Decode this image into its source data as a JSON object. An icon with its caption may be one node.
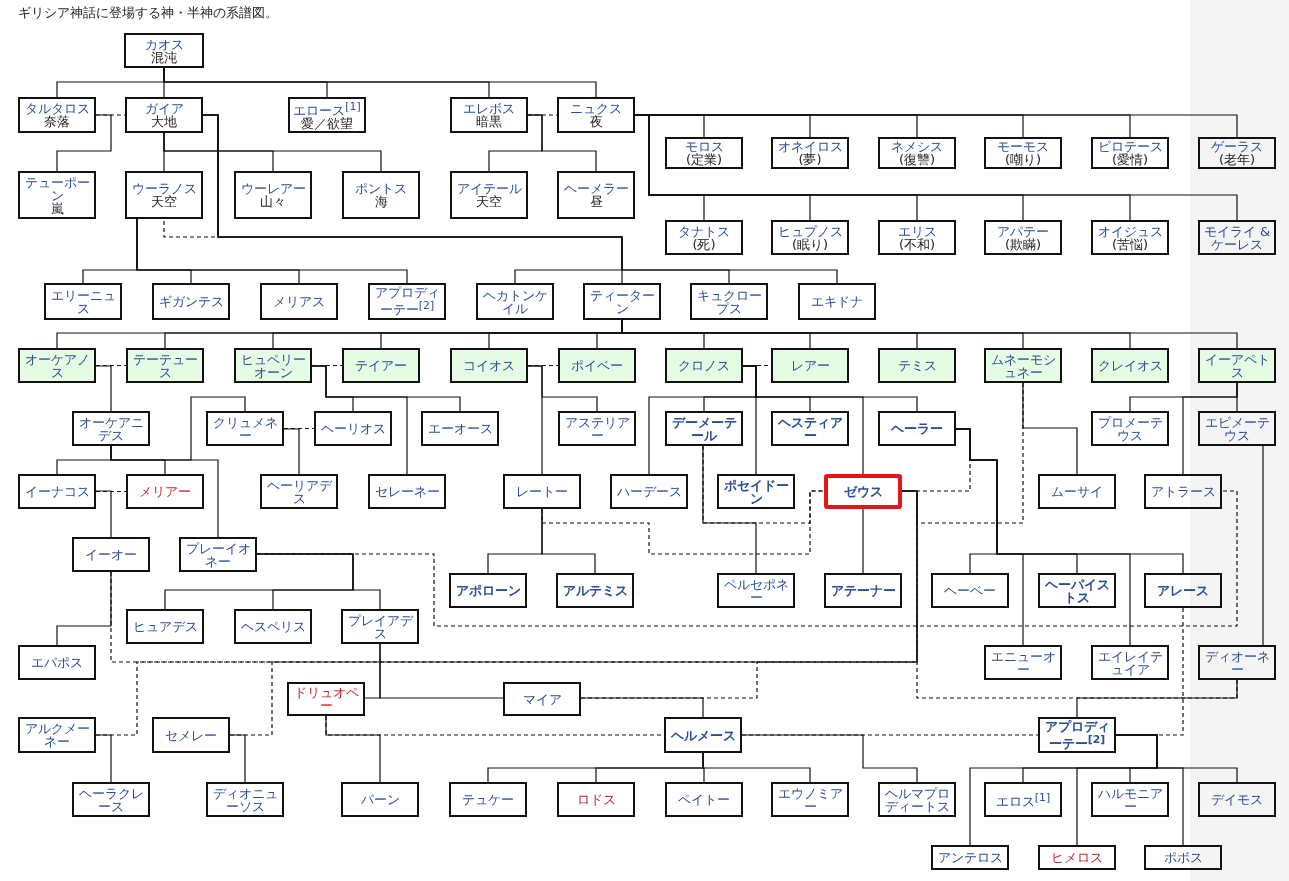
{
  "diagram": {
    "title": "ギリシア神話に登場する神・半神の系譜図。",
    "nodes": [
      {
        "text": [
          "カオス",
          "混沌"
        ]
      },
      {
        "text": [
          "タルタロス",
          "奈落"
        ]
      },
      {
        "text": [
          "ガイア",
          "大地"
        ]
      },
      {
        "text": [
          "エロース$^{[1]}$",
          "愛／欲望"
        ]
      },
      {
        "text": [
          "エレボス",
          "暗黒"
        ]
      },
      {
        "text": [
          "ニュクス",
          "夜"
        ]
      },
      {
        "text": [
          "モロス",
          "(定業)"
        ]
      },
      {
        "text": [
          "オネイロス",
          "(夢)"
        ]
      },
      {
        "text": [
          "ネメシス",
          "(復讐)"
        ]
      },
      {
        "text": [
          "モーモス",
          "(嘲り)"
        ]
      },
      {
        "text": [
          "ピロテース",
          "(愛情)"
        ]
      },
      {
        "text": [
          "ゲーラス",
          "(老年)"
        ]
      },
      {
        "text": [
          "テューポーン",
          "嵐"
        ]
      },
      {
        "text": [
          "ウーラノス",
          "天空"
        ]
      },
      {
        "text": [
          "ウーレアー",
          "山々"
        ]
      },
      {
        "text": [
          "ポントス",
          "海"
        ]
      },
      {
        "text": [
          "アイテール",
          "天空"
        ]
      },
      {
        "text": [
          "ヘーメラー",
          "昼"
        ]
      },
      {
        "text": [
          "タナトス",
          "(死)"
        ]
      },
      {
        "text": [
          "ヒュプノス",
          "(眠り)"
        ]
      },
      {
        "text": [
          "エリス",
          "(不和)"
        ]
      },
      {
        "text": [
          "アパテー",
          "(欺瞞)"
        ]
      },
      {
        "text": [
          "オイジュス",
          "(苦悩)"
        ]
      },
      {
        "text": [
          "モイライ & ケーレス"
        ]
      },
      {
        "text": [
          "エリーニュス"
        ]
      },
      {
        "text": [
          "ギガンテス"
        ]
      },
      {
        "text": [
          "メリアス"
        ]
      },
      {
        "text": [
          "アプロディーテー$^{[2]}$"
        ]
      },
      {
        "text": [
          "ヘカトンケイル"
        ]
      },
      {
        "text": [
          "ティーターン"
        ]
      },
      {
        "text": [
          "キュクロープス"
        ]
      },
      {
        "text": [
          "エキドナ"
        ]
      },
      {
        "text": [
          "オーケアノス"
        ]
      },
      {
        "text": [
          "テーテュース"
        ]
      },
      {
        "text": [
          "ヒュペリーオーン"
        ]
      },
      {
        "text": [
          "テイアー"
        ]
      },
      {
        "text": [
          "コイオス"
        ]
      },
      {
        "text": [
          "ポイベー"
        ]
      },
      {
        "text": [
          "クロノス"
        ]
      },
      {
        "text": [
          "レアー"
        ]
      },
      {
        "text": [
          "テミス"
        ]
      },
      {
        "text": [
          "ムネーモシュネー"
        ]
      },
      {
        "text": [
          "クレイオス"
        ]
      },
      {
        "text": [
          "イーアペトス"
        ]
      },
      {
        "text": [
          "オーケアニデス"
        ]
      },
      {
        "text": [
          "クリュメネー"
        ]
      },
      {
        "text": [
          "ヘーリオス"
        ]
      },
      {
        "text": [
          "エーオース"
        ]
      },
      {
        "text": [
          "アステリアー"
        ]
      },
      {
        "text": [
          "デーメーテール"
        ]
      },
      {
        "text": [
          "ヘスティアー"
        ]
      },
      {
        "text": [
          "ヘーラー"
        ]
      },
      {
        "text": [
          "プロメーテウス"
        ]
      },
      {
        "text": [
          "エピメーテウス"
        ]
      },
      {
        "text": [
          "イーナコス"
        ]
      },
      {
        "text": [
          "メリアー"
        ]
      },
      {
        "text": [
          "ヘーリアデス"
        ]
      },
      {
        "text": [
          "セレーネー"
        ]
      },
      {
        "text": [
          "レートー"
        ]
      },
      {
        "text": [
          "ハーデース"
        ]
      },
      {
        "text": [
          "ポセイドーン"
        ]
      },
      {
        "text": [
          "ゼウス"
        ]
      },
      {
        "text": [
          "ムーサイ"
        ]
      },
      {
        "text": [
          "アトラース"
        ]
      },
      {
        "text": [
          "イーオー"
        ]
      },
      {
        "text": [
          "プレーイオネー"
        ]
      },
      {
        "text": [
          "アポローン"
        ]
      },
      {
        "text": [
          "アルテミス"
        ]
      },
      {
        "text": [
          "ペルセポネー"
        ]
      },
      {
        "text": [
          "アテーナー"
        ]
      },
      {
        "text": [
          "ヘーベー"
        ]
      },
      {
        "text": [
          "ヘーパイストス"
        ]
      },
      {
        "text": [
          "アレース"
        ]
      },
      {
        "text": [
          "ヒュアデス"
        ]
      },
      {
        "text": [
          "ヘスペリス"
        ]
      },
      {
        "text": [
          "プレイアデス"
        ]
      },
      {
        "text": [
          "エパポス"
        ]
      },
      {
        "text": [
          "エニューオー"
        ]
      },
      {
        "text": [
          "エイレイテュイア"
        ]
      },
      {
        "text": [
          "ディオーネー"
        ]
      },
      {
        "text": [
          "ドリュオペー"
        ]
      },
      {
        "text": [
          "マイア"
        ]
      },
      {
        "text": [
          "アルクメーネー"
        ]
      },
      {
        "text": [
          "セメレー"
        ]
      },
      {
        "text": [
          "ヘルメース"
        ]
      },
      {
        "text": [
          "アプロディーテー$^{[2]}$"
        ]
      },
      {
        "text": [
          "ヘーラクレース"
        ]
      },
      {
        "text": [
          "ディオニューソス"
        ]
      },
      {
        "text": [
          "パーン"
        ]
      },
      {
        "text": [
          "テュケー"
        ]
      },
      {
        "text": [
          "ロドス"
        ]
      },
      {
        "text": [
          "ペイトー"
        ]
      },
      {
        "text": [
          "エウノミアー"
        ]
      },
      {
        "text": [
          "ヘルマプロディートス"
        ]
      },
      {
        "text": [
          "エロス$^{[1]}$"
        ]
      },
      {
        "text": [
          "ハルモニアー"
        ]
      },
      {
        "text": [
          "デイモス"
        ]
      },
      {
        "text": [
          "アンテロス"
        ]
      },
      {
        "text": [
          "ヒメロス"
        ]
      },
      {
        "text": [
          "ポボス"
        ]
      }
    ],
    "edges": [
      {
        "from": 0,
        "to": 1,
        "arrow": "none"
      },
      {
        "from": 0,
        "to": 2,
        "arrow": "none"
      },
      {
        "from": 0,
        "to": 3,
        "arrow": "none"
      },
      {
        "from": 0,
        "to": 4,
        "arrow": "none"
      },
      {
        "from": 0,
        "to": 5,
        "arrow": "none"
      },
      {
        "from": 1,
        "to": 2,
        "arrow": "none",
        "style": "dashed"
      },
      {
        "from": 1,
        "to": 12,
        "arrow": "none"
      },
      {
        "from": 2,
        "to": 13,
        "arrow": "none",
        "style": "dashed"
      },
      {
        "from": 2,
        "to": 13,
        "arrow": "none"
      },
      {
        "from": 2,
        "to": 14,
        "arrow": "none"
      },
      {
        "from": 2,
        "to": 15,
        "arrow": "none"
      },
      {
        "from": 2,
        "to": 28,
        "arrow": "none"
      },
      {
        "from": 2,
        "to": 29,
        "arrow": "none"
      },
      {
        "from": 2,
        "to": 30,
        "arrow": "none"
      },
      {
        "from": 2,
        "to": 31,
        "arrow": "none"
      },
      {
        "from": 4,
        "to": 5,
        "arrow": "none",
        "style": "dashed"
      },
      {
        "from": 4,
        "to": 16,
        "arrow": "none"
      },
      {
        "from": 4,
        "to": 17,
        "arrow": "none"
      },
      {
        "from": 5,
        "to": 6,
        "arrow": "none"
      },
      {
        "from": 5,
        "to": 7,
        "arrow": "none"
      },
      {
        "from": 5,
        "to": 8,
        "arrow": "none"
      },
      {
        "from": 5,
        "to": 9,
        "arrow": "none"
      },
      {
        "from": 5,
        "to": 10,
        "arrow": "none"
      },
      {
        "from": 5,
        "to": 11,
        "arrow": "none"
      },
      {
        "from": 5,
        "to": 18,
        "arrow": "none"
      },
      {
        "from": 5,
        "to": 19,
        "arrow": "none"
      },
      {
        "from": 5,
        "to": 20,
        "arrow": "none"
      },
      {
        "from": 5,
        "to": 21,
        "arrow": "none"
      },
      {
        "from": 5,
        "to": 22,
        "arrow": "none"
      },
      {
        "from": 5,
        "to": 23,
        "arrow": "none"
      },
      {
        "from": 13,
        "to": 24,
        "arrow": "none"
      },
      {
        "from": 13,
        "to": 25,
        "arrow": "none"
      },
      {
        "from": 13,
        "to": 26,
        "arrow": "none"
      },
      {
        "from": 13,
        "to": 27,
        "arrow": "none"
      },
      {
        "from": 29,
        "to": 32,
        "arrow": "none"
      },
      {
        "from": 29,
        "to": 33,
        "arrow": "none"
      },
      {
        "from": 29,
        "to": 34,
        "arrow": "none"
      },
      {
        "from": 29,
        "to": 35,
        "arrow": "none"
      },
      {
        "from": 29,
        "to": 36,
        "arrow": "none"
      },
      {
        "from": 29,
        "to": 37,
        "arrow": "none"
      },
      {
        "from": 29,
        "to": 38,
        "arrow": "none"
      },
      {
        "from": 29,
        "to": 39,
        "arrow": "none"
      },
      {
        "from": 29,
        "to": 40,
        "arrow": "none"
      },
      {
        "from": 29,
        "to": 41,
        "arrow": "none"
      },
      {
        "from": 29,
        "to": 42,
        "arrow": "none"
      },
      {
        "from": 29,
        "to": 43,
        "arrow": "none"
      },
      {
        "from": 32,
        "to": 33,
        "arrow": "none",
        "style": "dashed"
      },
      {
        "from": 32,
        "to": 44,
        "arrow": "none"
      },
      {
        "from": 34,
        "to": 35,
        "arrow": "none",
        "style": "dashed"
      },
      {
        "from": 34,
        "to": 46,
        "arrow": "none"
      },
      {
        "from": 34,
        "to": 57,
        "arrow": "none"
      },
      {
        "from": 34,
        "to": 47,
        "arrow": "none"
      },
      {
        "from": 36,
        "to": 37,
        "arrow": "none",
        "style": "dashed"
      },
      {
        "from": 36,
        "to": 48,
        "arrow": "none"
      },
      {
        "from": 36,
        "to": 58,
        "arrow": "none"
      },
      {
        "from": 38,
        "to": 39,
        "arrow": "none",
        "style": "dashed"
      },
      {
        "from": 38,
        "to": 59,
        "arrow": "none"
      },
      {
        "from": 38,
        "to": 49,
        "arrow": "none"
      },
      {
        "from": 38,
        "to": 50,
        "arrow": "none"
      },
      {
        "from": 38,
        "to": 51,
        "arrow": "none"
      },
      {
        "from": 38,
        "to": 60,
        "arrow": "none"
      },
      {
        "from": 38,
        "to": 61,
        "arrow": "none"
      },
      {
        "from": 43,
        "to": 52,
        "arrow": "none"
      },
      {
        "from": 43,
        "to": 53,
        "arrow": "none"
      },
      {
        "from": 43,
        "to": 63,
        "arrow": "none"
      },
      {
        "from": 53,
        "to": 79,
        "arrow": "none"
      },
      {
        "from": 44,
        "to": 54,
        "arrow": "none"
      },
      {
        "from": 44,
        "to": 55,
        "arrow": "none"
      },
      {
        "from": 44,
        "to": 65,
        "arrow": "none"
      },
      {
        "from": 44,
        "to": 45,
        "arrow": "none"
      },
      {
        "from": 45,
        "to": 46,
        "arrow": "none",
        "style": "dashed"
      },
      {
        "from": 45,
        "to": 56,
        "arrow": "none"
      },
      {
        "from": 54,
        "to": 55,
        "arrow": "none",
        "style": "dashed"
      },
      {
        "from": 54,
        "to": 64,
        "arrow": "none"
      },
      {
        "from": 65,
        "to": 63,
        "arrow": "none",
        "style": "dashed"
      },
      {
        "from": 65,
        "to": 73,
        "arrow": "none"
      },
      {
        "from": 65,
        "to": 74,
        "arrow": "none"
      },
      {
        "from": 65,
        "to": 75,
        "arrow": "none"
      },
      {
        "from": 64,
        "to": 61,
        "arrow": "none",
        "style": "dashed"
      },
      {
        "from": 64,
        "to": 76,
        "arrow": "none"
      },
      {
        "from": 58,
        "to": 61,
        "arrow": "none",
        "style": "dashed"
      },
      {
        "from": 58,
        "to": 66,
        "arrow": "none"
      },
      {
        "from": 58,
        "to": 67,
        "arrow": "none"
      },
      {
        "from": 49,
        "to": 61,
        "arrow": "none",
        "style": "dashed"
      },
      {
        "from": 49,
        "to": 68,
        "arrow": "none"
      },
      {
        "from": 61,
        "to": 69,
        "arrow": "none"
      },
      {
        "from": 51,
        "to": 61,
        "arrow": "none",
        "style": "dashed"
      },
      {
        "from": 51,
        "to": 70,
        "arrow": "none"
      },
      {
        "from": 51,
        "to": 77,
        "arrow": "none"
      },
      {
        "from": 51,
        "to": 71,
        "arrow": "none"
      },
      {
        "from": 51,
        "to": 78,
        "arrow": "none"
      },
      {
        "from": 51,
        "to": 72,
        "arrow": "none"
      },
      {
        "from": 41,
        "to": 61,
        "arrow": "none",
        "style": "dashed"
      },
      {
        "from": 41,
        "to": 62,
        "arrow": "none"
      },
      {
        "from": 79,
        "to": 61,
        "arrow": "none",
        "style": "dashed"
      },
      {
        "from": 79,
        "to": 85,
        "arrow": "none"
      },
      {
        "from": 82,
        "to": 61,
        "arrow": "none",
        "style": "dashed"
      },
      {
        "from": 82,
        "to": 86,
        "arrow": "none"
      },
      {
        "from": 83,
        "to": 61,
        "arrow": "none",
        "style": "dashed"
      },
      {
        "from": 83,
        "to": 87,
        "arrow": "none"
      },
      {
        "from": 81,
        "to": 61,
        "arrow": "none",
        "style": "dashed"
      },
      {
        "from": 81,
        "to": 84,
        "arrow": "none"
      },
      {
        "from": 75,
        "to": 80,
        "arrow": "none"
      },
      {
        "from": 75,
        "to": 81,
        "arrow": "none"
      },
      {
        "from": 80,
        "to": 84,
        "arrow": "none",
        "style": "dashed"
      },
      {
        "from": 80,
        "to": 88,
        "arrow": "none"
      },
      {
        "from": 84,
        "to": 89,
        "arrow": "none"
      },
      {
        "from": 84,
        "to": 90,
        "arrow": "none"
      },
      {
        "from": 84,
        "to": 91,
        "arrow": "none"
      },
      {
        "from": 84,
        "to": 92,
        "arrow": "none"
      },
      {
        "from": 84,
        "to": 85,
        "arrow": "none",
        "style": "dashed"
      },
      {
        "from": 84,
        "to": 93,
        "arrow": "none"
      },
      {
        "from": 72,
        "to": 85,
        "arrow": "none",
        "style": "dashed"
      },
      {
        "from": 85,
        "to": 94,
        "arrow": "none"
      },
      {
        "from": 85,
        "to": 95,
        "arrow": "none"
      },
      {
        "from": 85,
        "to": 96,
        "arrow": "none"
      },
      {
        "from": 85,
        "to": 97,
        "arrow": "none"
      },
      {
        "from": 85,
        "to": 98,
        "arrow": "none"
      },
      {
        "from": 85,
        "to": 99,
        "arrow": "none"
      }
    ]
  }
}
